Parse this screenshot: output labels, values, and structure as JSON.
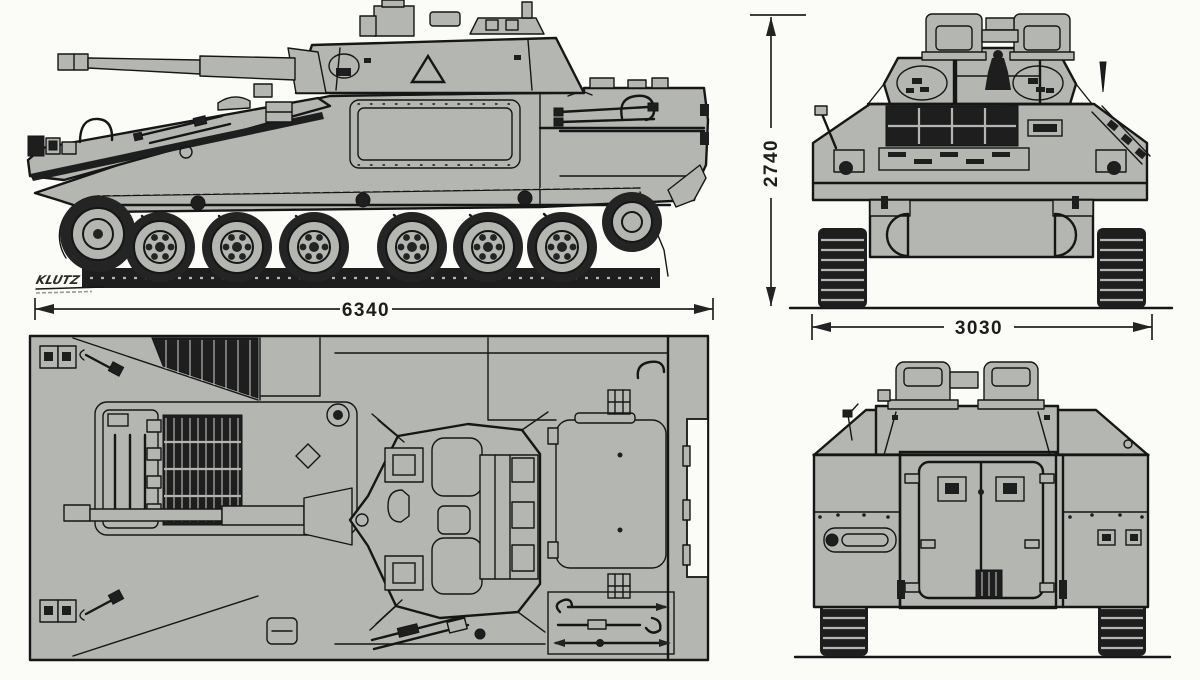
{
  "drawing": {
    "dimensions": {
      "length": "6340",
      "height": "2740",
      "width": "3030"
    },
    "signature": "KLUTZ",
    "colors": {
      "paper": "#fbfbf8",
      "body_gray": "#b3b6b1",
      "shade_gray": "#a0a49d",
      "line_black": "#161616",
      "dark_detail": "#1e1e1e"
    }
  }
}
